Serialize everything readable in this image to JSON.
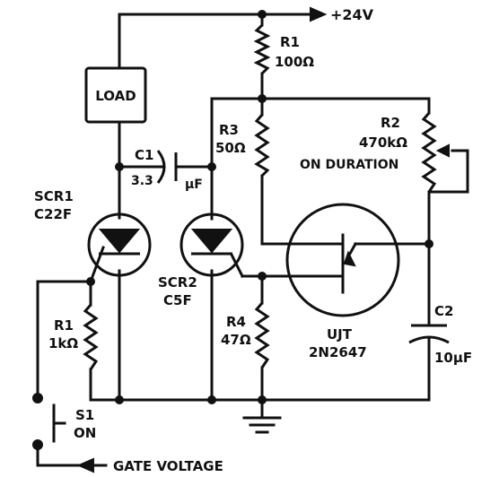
{
  "labels": {
    "supply": "+24V",
    "r1_ref": "R1",
    "r1_val": "100Ω",
    "load": "LOAD",
    "c1_ref": "C1",
    "c1_val_a": "3.3",
    "c1_val_b": "μF",
    "r3_ref": "R3",
    "r3_val": "50Ω",
    "r2_ref": "R2",
    "r2_val": "470kΩ",
    "r2_desc": "ON DURATION",
    "scr1_ref": "SCR1",
    "scr1_part": "C22F",
    "scr2_ref": "SCR2",
    "scr2_part": "C5F",
    "ujt_ref": "UJT",
    "ujt_part": "2N2647",
    "c2_ref": "C2",
    "c2_val": "10μF",
    "r1b_ref": "R1",
    "r1b_val": "1kΩ",
    "r4_ref": "R4",
    "r4_val": "47Ω",
    "s1_ref": "S1",
    "s1_state": "ON",
    "gate": "GATE VOLTAGE"
  }
}
